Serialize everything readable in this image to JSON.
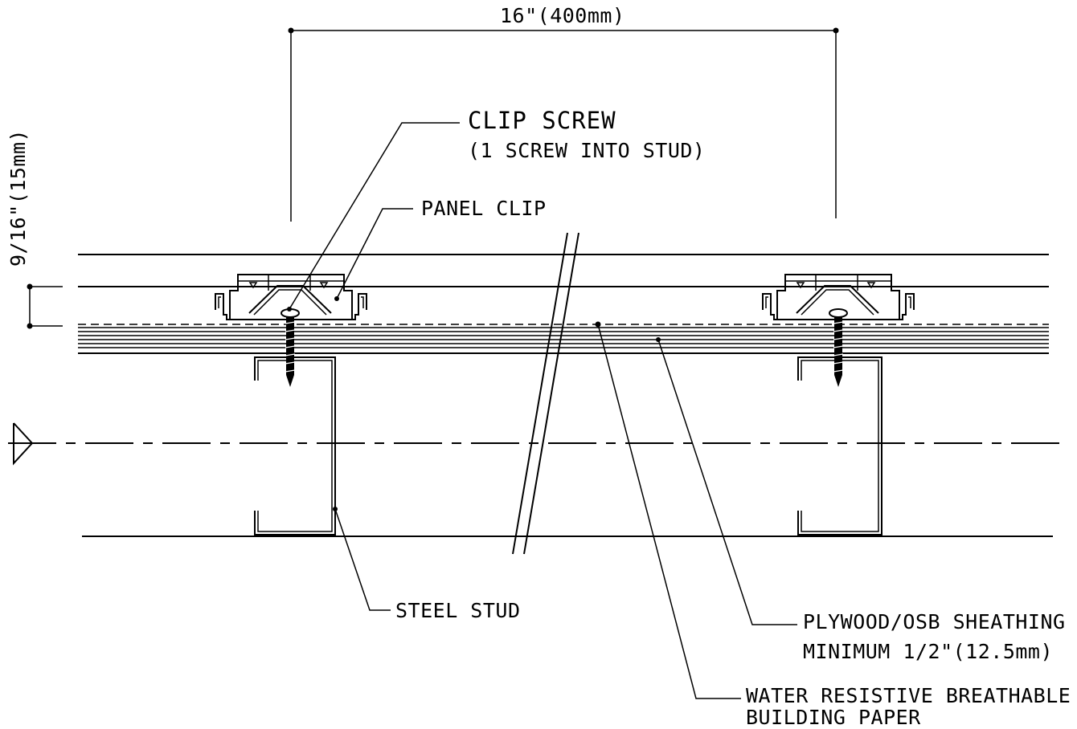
{
  "dimensions": {
    "stud_spacing": "16\"(400mm)",
    "clip_depth": "9/16\"(15mm)"
  },
  "labels": {
    "clip_screw": {
      "line1": "CLIP SCREW",
      "line2": "(1 SCREW INTO STUD)"
    },
    "panel_clip": "PANEL CLIP",
    "steel_stud": "STEEL STUD",
    "sheathing": {
      "line1": "PLYWOOD/OSB SHEATHING",
      "line2": "MINIMUM 1/2\"(12.5mm)"
    },
    "building_paper": {
      "line1": "WATER RESISTIVE BREATHABLE",
      "line2": "BUILDING PAPER"
    }
  }
}
